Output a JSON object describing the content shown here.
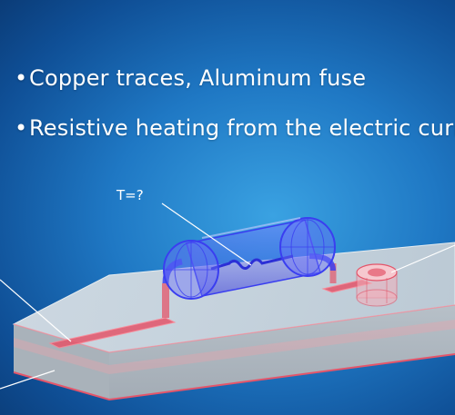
{
  "slide": {
    "bullets": [
      {
        "marker": "•",
        "text": "Copper traces, Aluminum fuse"
      },
      {
        "marker": "•",
        "text": "Resistive heating from the electric curre"
      }
    ],
    "callout_label": "T=?"
  },
  "colors": {
    "background": "#1f78c4",
    "board": "#b8c3cc",
    "copper_trace": "#e4556a",
    "fuse": "#3a3ef0",
    "text": "#ffffff"
  }
}
